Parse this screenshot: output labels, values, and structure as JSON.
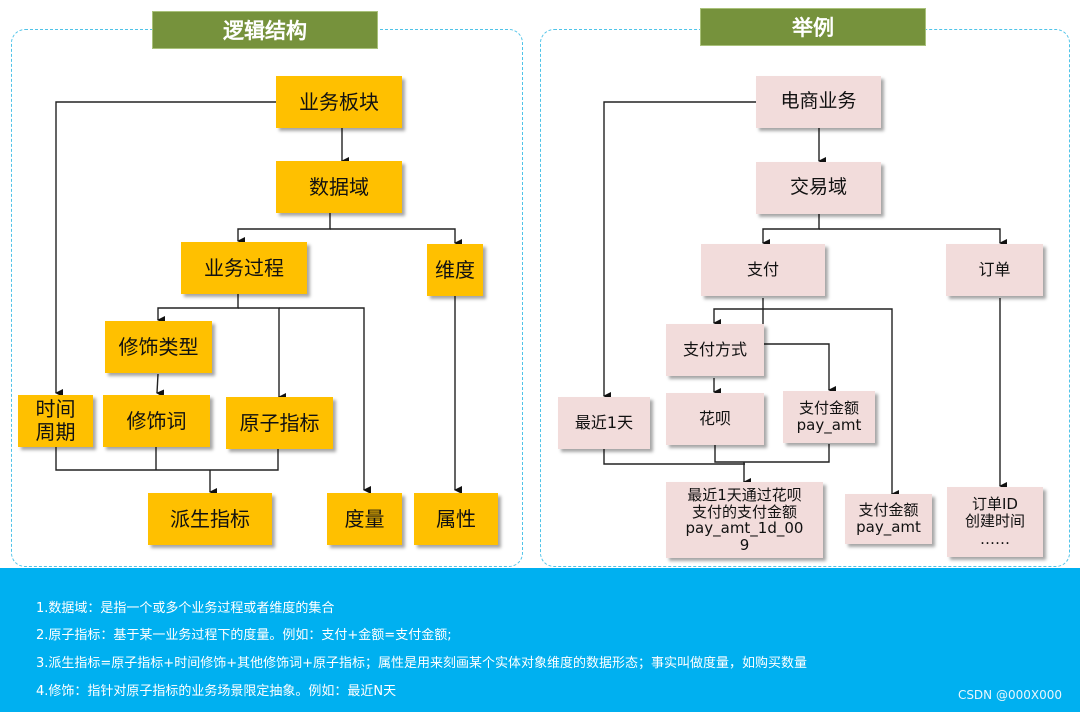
{
  "left_panel": {
    "title": "逻辑结构",
    "nodes": {
      "business_section": "业务板块",
      "data_domain": "数据域",
      "business_process": "业务过程",
      "dimension": "维度",
      "modifier_type": "修饰类型",
      "time_period": "时间\n周期",
      "modifier_word": "修饰词",
      "atomic_metric": "原子指标",
      "derived_metric": "派生指标",
      "measure": "度量",
      "attribute": "属性"
    }
  },
  "right_panel": {
    "title": "举例",
    "nodes": {
      "ecommerce": "电商业务",
      "trade_domain": "交易域",
      "payment": "支付",
      "order": "订单",
      "payment_method": "支付方式",
      "last_1_day": "最近1天",
      "huabei": "花呗",
      "pay_amount_atomic": "支付金额\npay_amt",
      "derived_example": "最近1天通过花呗\n支付的支付金额\npay_amt_1d_00\n9",
      "pay_amount_measure": "支付金额\npay_amt",
      "order_attrs": "订单ID\n创建时间\n……"
    }
  },
  "notes": [
    "1.数据域：是指一个或多个业务过程或者维度的集合",
    "2.原子指标：基于某一业务过程下的度量。例如：支付+金额=支付金额;",
    "3.派生指标=原子指标+时间修饰+其他修饰词+原子指标；属性是用来刻画某个实体对象维度的数据形态；事实叫做度量，如购买数量",
    "4.修饰：指针对原子指标的业务场景限定抽象。例如：最近N天"
  ],
  "watermark": "CSDN @000X000",
  "colors": {
    "header_green": "#76923c",
    "node_yellow": "#ffc000",
    "node_pink": "#f2dcdb",
    "footer_blue": "#00b0f0",
    "panel_border": "#4fc3e8"
  }
}
